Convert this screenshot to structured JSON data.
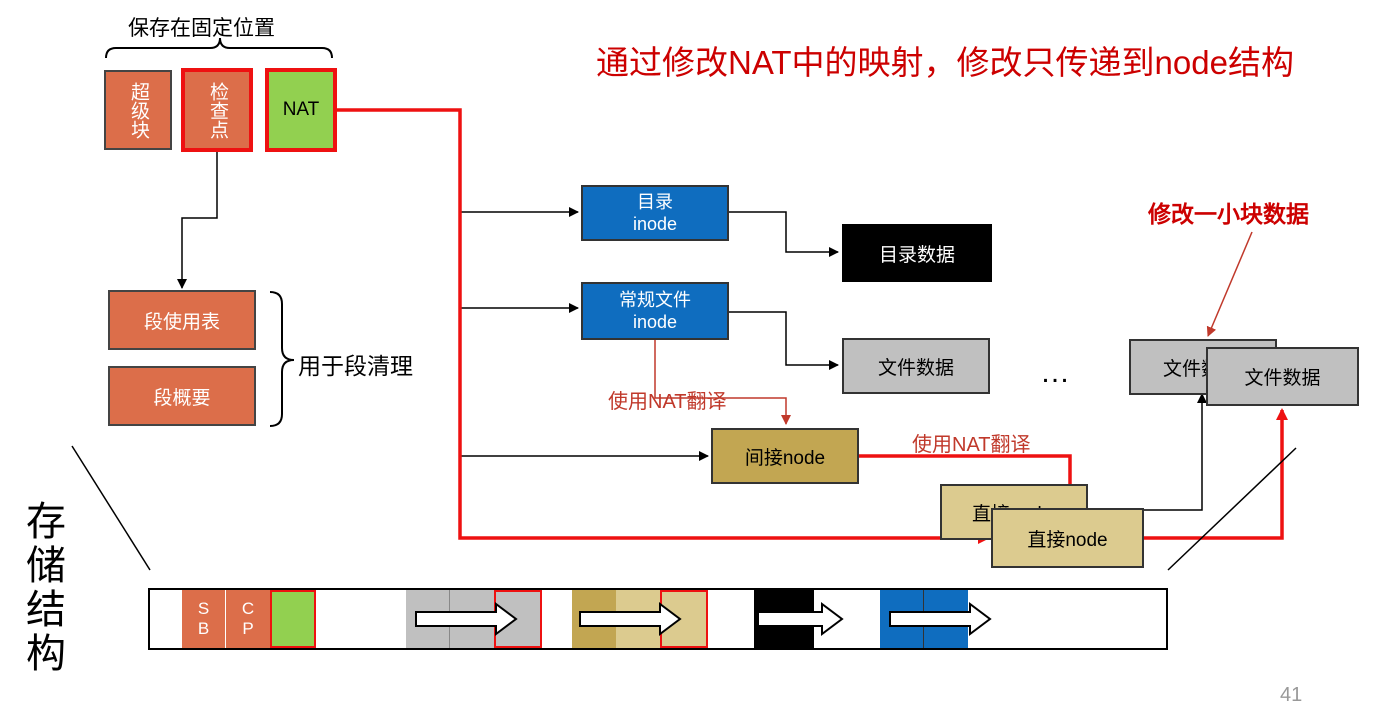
{
  "title": "通过修改NAT中的映射，修改只传递到node结构",
  "fixed_label": "保存在固定位置",
  "superblock": "超级块",
  "checkpoint": "检查点",
  "nat": "NAT",
  "sit": "段使用表",
  "ssa": "段概要",
  "cleaning_label": "用于段清理",
  "dir_inode": [
    "目录",
    "inode"
  ],
  "dir_data": "目录数据",
  "file_inode": [
    "常规文件",
    "inode"
  ],
  "file_data": "文件数据",
  "nat_translate_1": "使用NAT翻译",
  "indirect_node": "间接node",
  "nat_translate_2": "使用NAT翻译",
  "direct_node_back": "直接node",
  "direct_node": "直接node",
  "ellipsis": "…",
  "old_file_data": "文件数据",
  "new_file_data": "文件数据",
  "modify_label": "修改一小块数据",
  "storage_label": "存储结构",
  "sb_label": [
    "S",
    "B"
  ],
  "cp_label": [
    "C",
    "P"
  ],
  "page_number": "41",
  "colors": {
    "title_red": "#cc0000",
    "highlight_red": "#ee1111",
    "orange": "#dc6e4a",
    "green": "#92d050",
    "blue": "#0f6dbf",
    "gray": "#c0c0c0",
    "tan": "#c2a652",
    "light_tan": "#dccb8f"
  }
}
